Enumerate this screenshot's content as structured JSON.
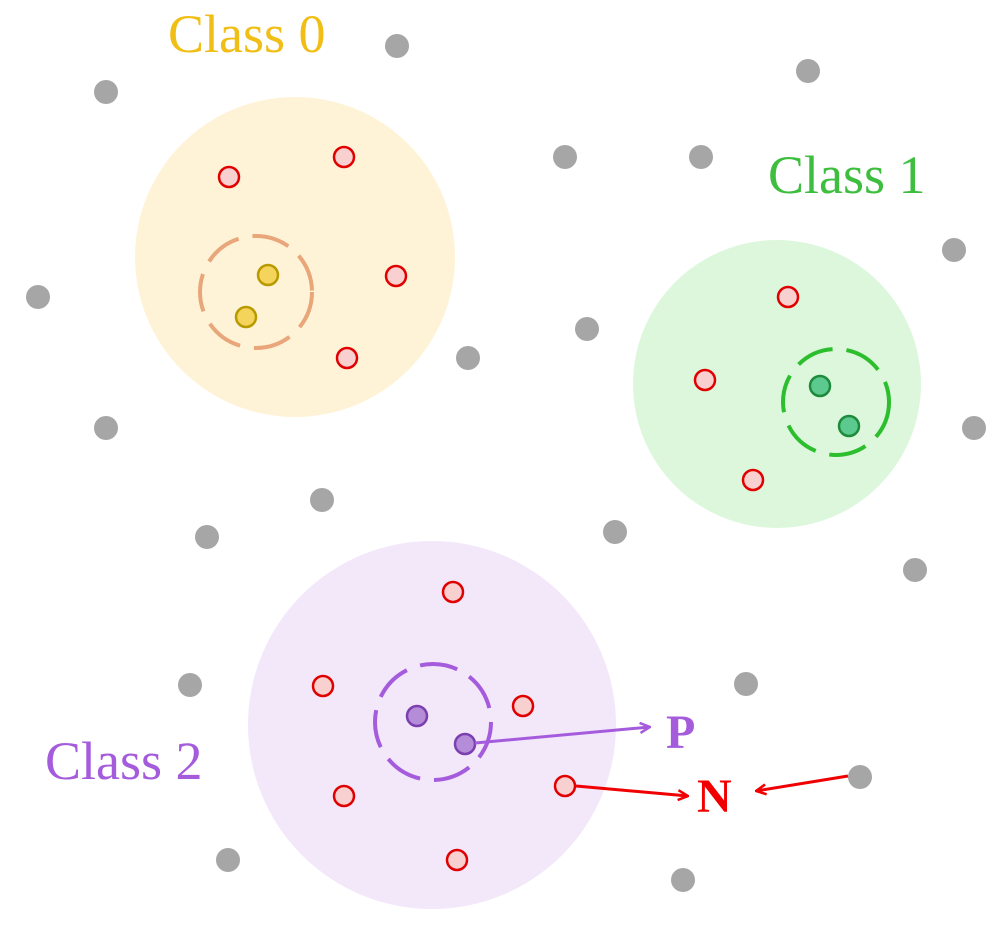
{
  "classes": [
    {
      "label": "Class 0",
      "color": "#F0BE14",
      "fill": "#FFF3D7",
      "ring": "#E8A67A",
      "dot_fill": "#F4D45A",
      "dot_stroke": "#B89A00"
    },
    {
      "label": "Class 1",
      "color": "#3EBE3E",
      "fill": "#DDF7DD",
      "ring": "#2DBE2D",
      "dot_fill": "#5CC98E",
      "dot_stroke": "#1E8A3C"
    },
    {
      "label": "Class 2",
      "color": "#A55CDC",
      "fill": "#F3E7FA",
      "ring": "#A55CDC",
      "dot_fill": "#B48CD8",
      "dot_stroke": "#7B3FB0"
    }
  ],
  "positive_label": "P",
  "negative_label": "N",
  "colors": {
    "gray_point": "#A6A6A6",
    "negative_stroke": "#E00000",
    "negative_fill": "#F9D0D0",
    "positive_arrow": "#A55CDC",
    "negative_arrow": "#F00000"
  }
}
